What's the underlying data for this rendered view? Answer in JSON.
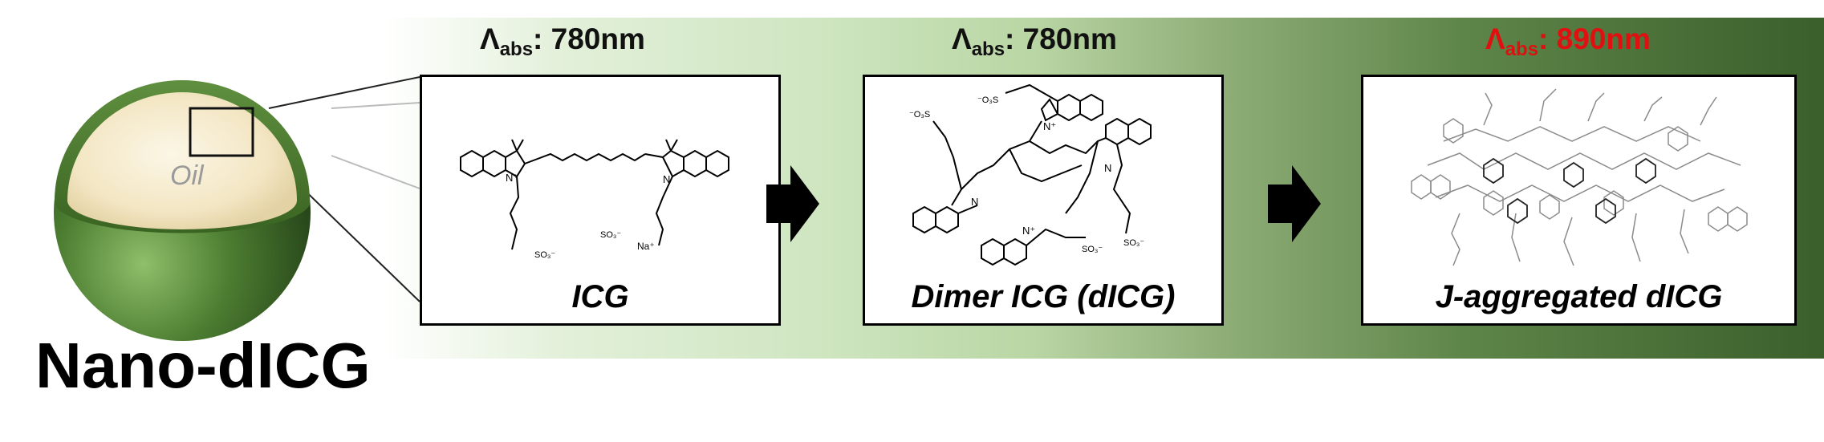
{
  "title": "Nano-dICG",
  "oil_label": "Oil",
  "panels": [
    {
      "lambda_symbol": "Λ",
      "lambda_sub": "abs",
      "lambda_value": ": 780nm",
      "label": "ICG",
      "counterion": "Na⁺"
    },
    {
      "lambda_symbol": "Λ",
      "lambda_sub": "abs",
      "lambda_value": ": 780nm",
      "label": "Dimer ICG (dICG)"
    },
    {
      "lambda_symbol": "Λ",
      "lambda_sub": "abs",
      "lambda_value": ": 890nm",
      "label": "J-aggregated dICG",
      "highlight_color": "#e01010"
    }
  ],
  "colors": {
    "shell_green": "#3f6b2a",
    "oil_cream": "#f6ecd0",
    "banner_dark": "#3b5f2b"
  }
}
